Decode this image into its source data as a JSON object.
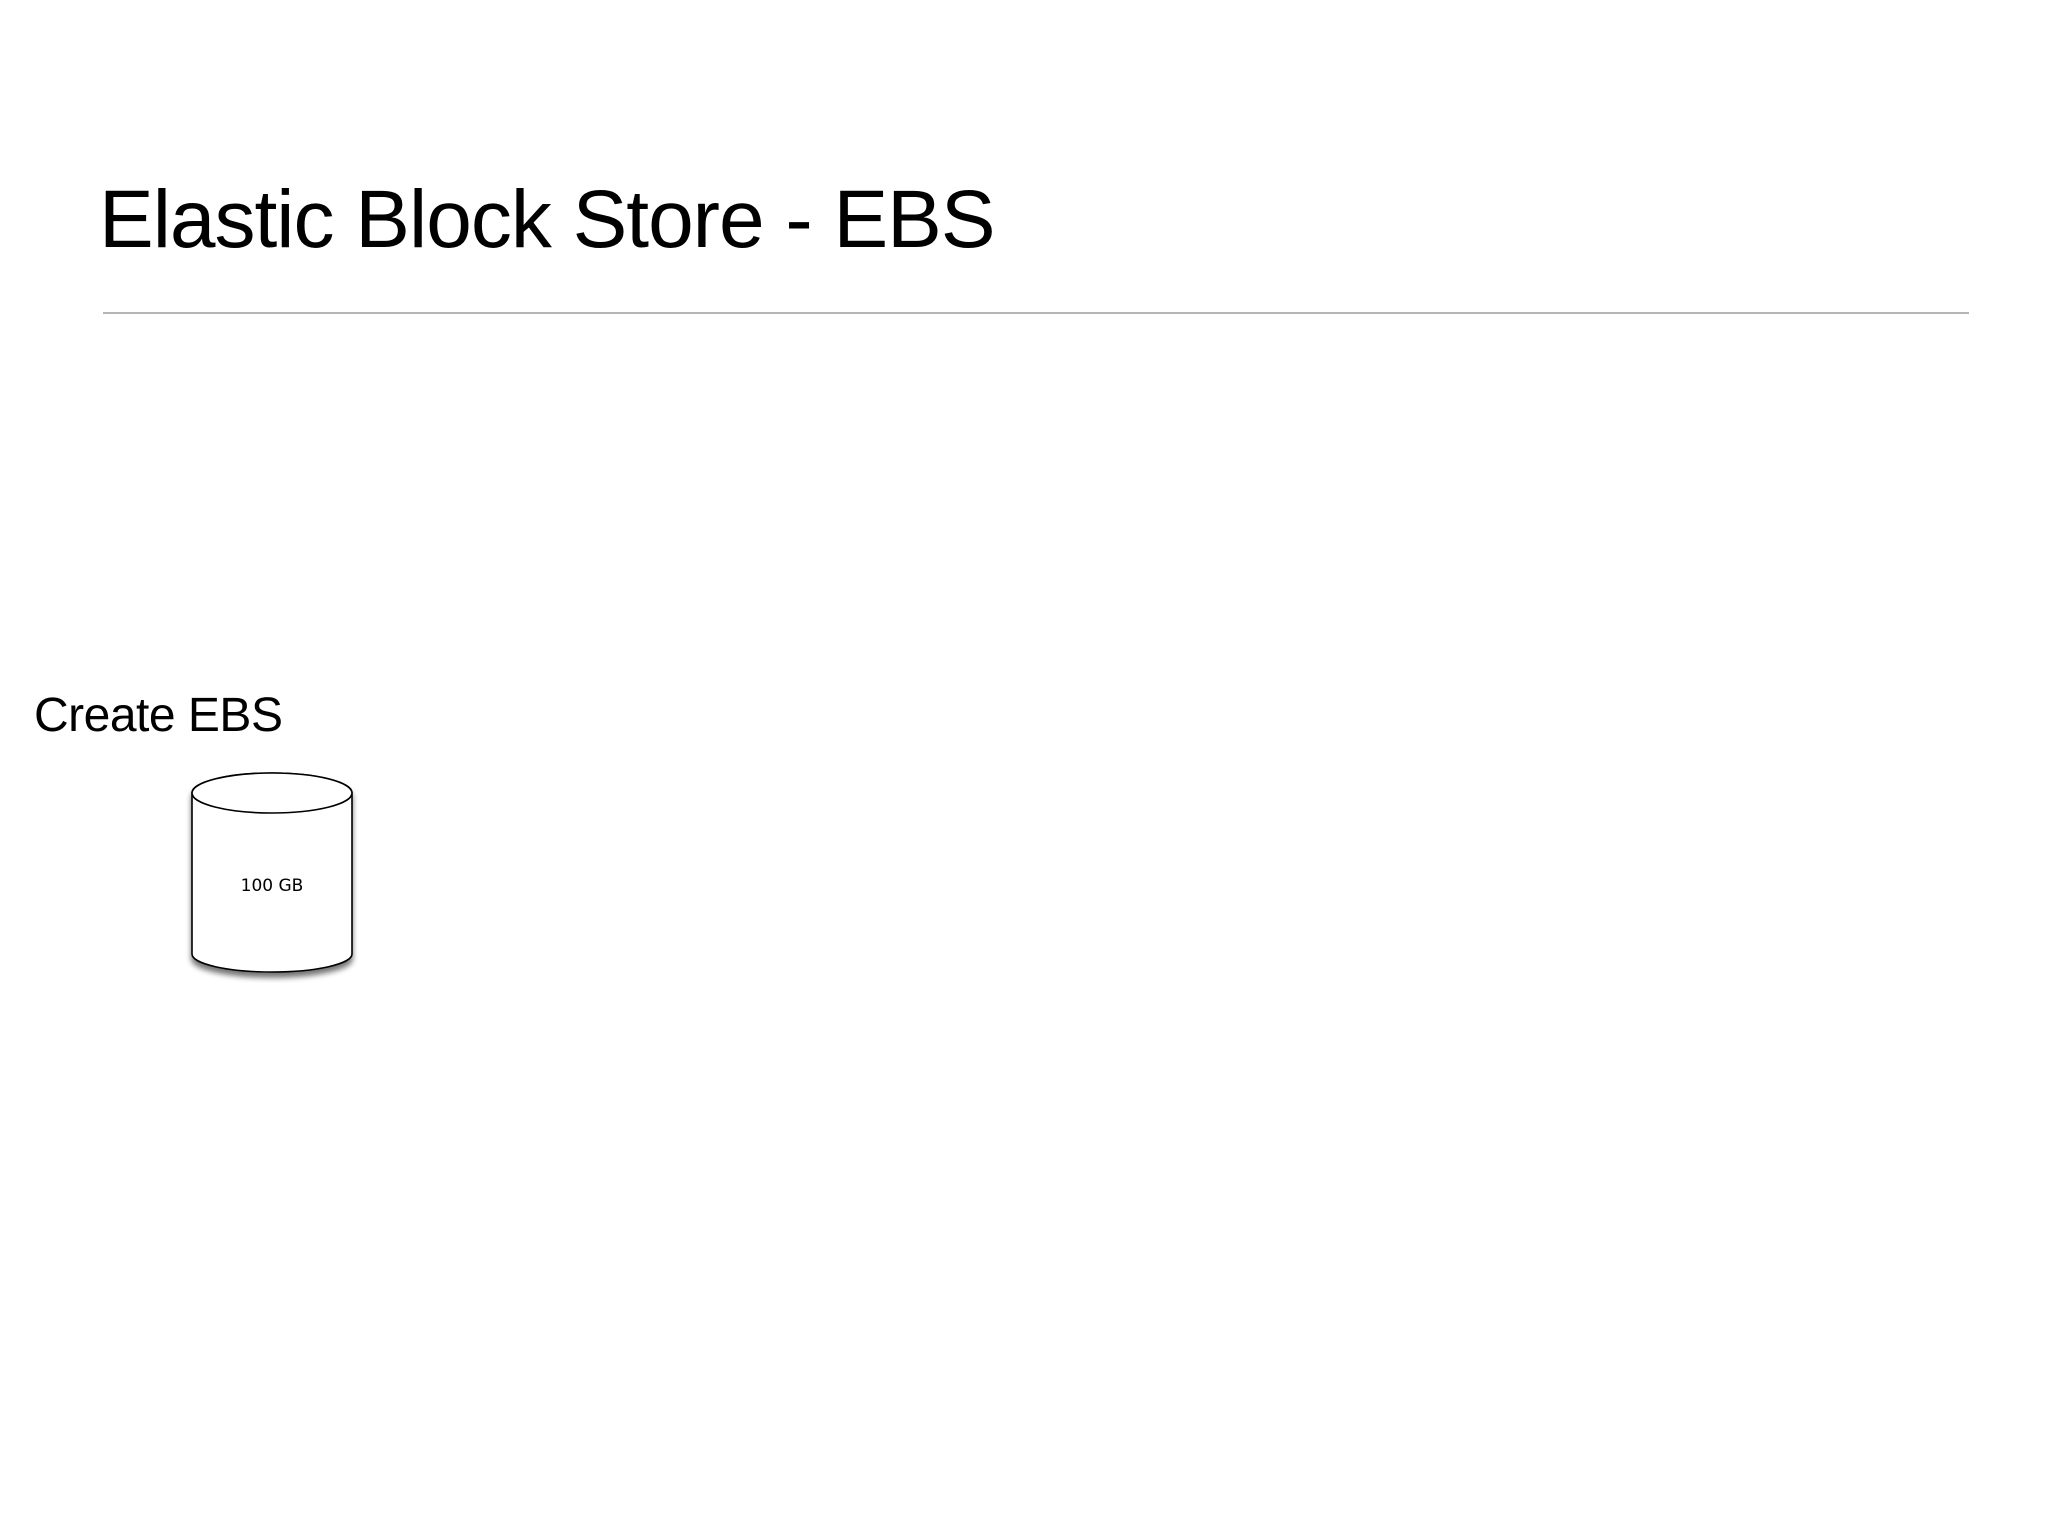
{
  "slide": {
    "title": "Elastic Block Store - EBS"
  },
  "diagram": {
    "step_label": "Create EBS",
    "volume": {
      "icon": "storage-volume-cylinder",
      "capacity_label": "100 GB"
    }
  },
  "colors": {
    "background": "#ffffff",
    "text": "#000000",
    "rule": "#b5b5b5",
    "shape_fill": "#ffffff",
    "shape_stroke": "#000000"
  }
}
